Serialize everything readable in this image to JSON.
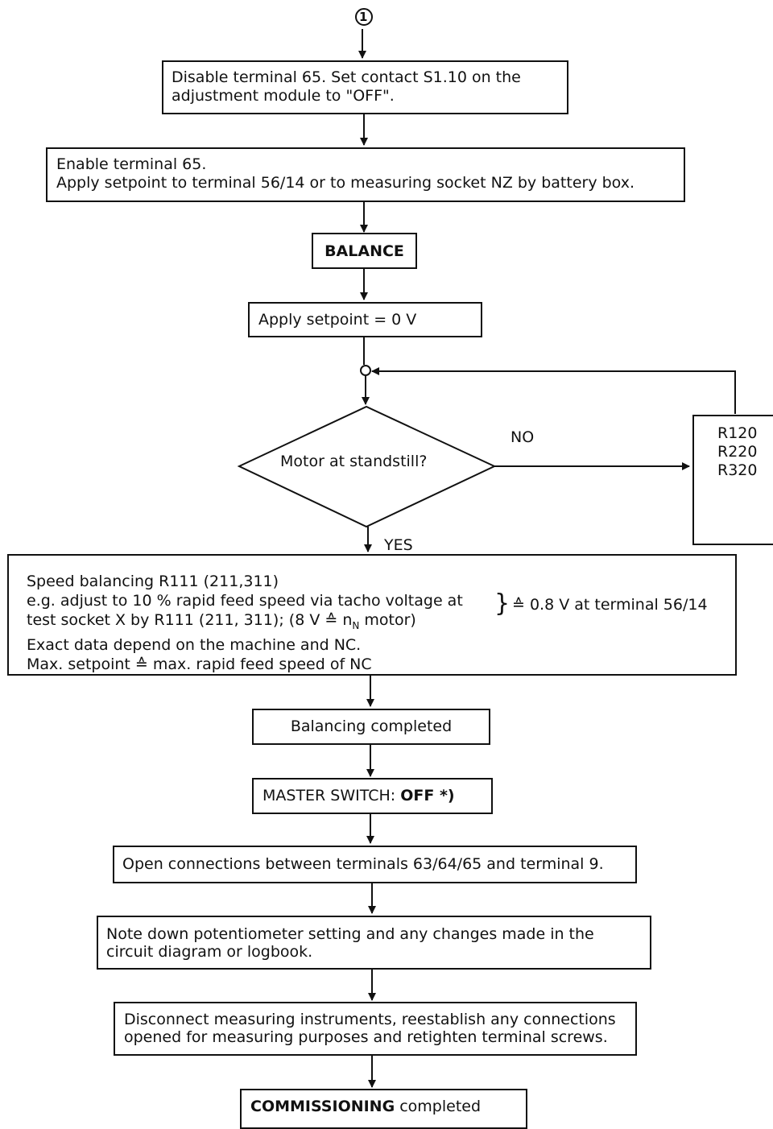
{
  "start_marker": "①",
  "steps": {
    "disable": [
      "Disable terminal 65. Set contact S1.10 on the",
      "adjustment module to \"OFF\"."
    ],
    "enable": [
      "Enable terminal 65.",
      "Apply setpoint to terminal 56/14 or to measuring socket NZ by battery box."
    ],
    "balance": "BALANCE",
    "setpoint": "Apply setpoint = 0 V",
    "decision": "Motor at standstill?",
    "no_label": "NO",
    "yes_label": "YES",
    "pots": [
      "R120",
      "R220",
      "R320"
    ],
    "speed": {
      "lines": [
        "Speed balancing R111 (211,311)",
        "e.g. adjust to 10 % rapid feed speed via tacho voltage at"
      ],
      "line3_pre": "test socket X by R111 (211, 311); (8 V ≙ n",
      "line3_sub": "N",
      "line3_post": " motor)",
      "lines_tail": [
        "Exact data depend on the machine and NC.",
        "Max. setpoint ≙ max. rapid feed speed of NC"
      ],
      "brace": "}",
      "note": "≙ 0.8 V at terminal 56/14"
    },
    "completed": "Balancing completed",
    "master": {
      "prefix": "MASTER SWITCH: ",
      "state": "OFF *)"
    },
    "open": "Open connections between terminals 63/64/65 and terminal 9.",
    "note": [
      "Note down potentiometer setting and any changes made in the",
      "circuit diagram or logbook."
    ],
    "disconnect": [
      "Disconnect measuring instruments, reestablish any connections",
      "opened for measuring purposes and retighten terminal screws."
    ],
    "final": {
      "bold": "COMMISSIONING",
      "rest": " completed"
    }
  }
}
